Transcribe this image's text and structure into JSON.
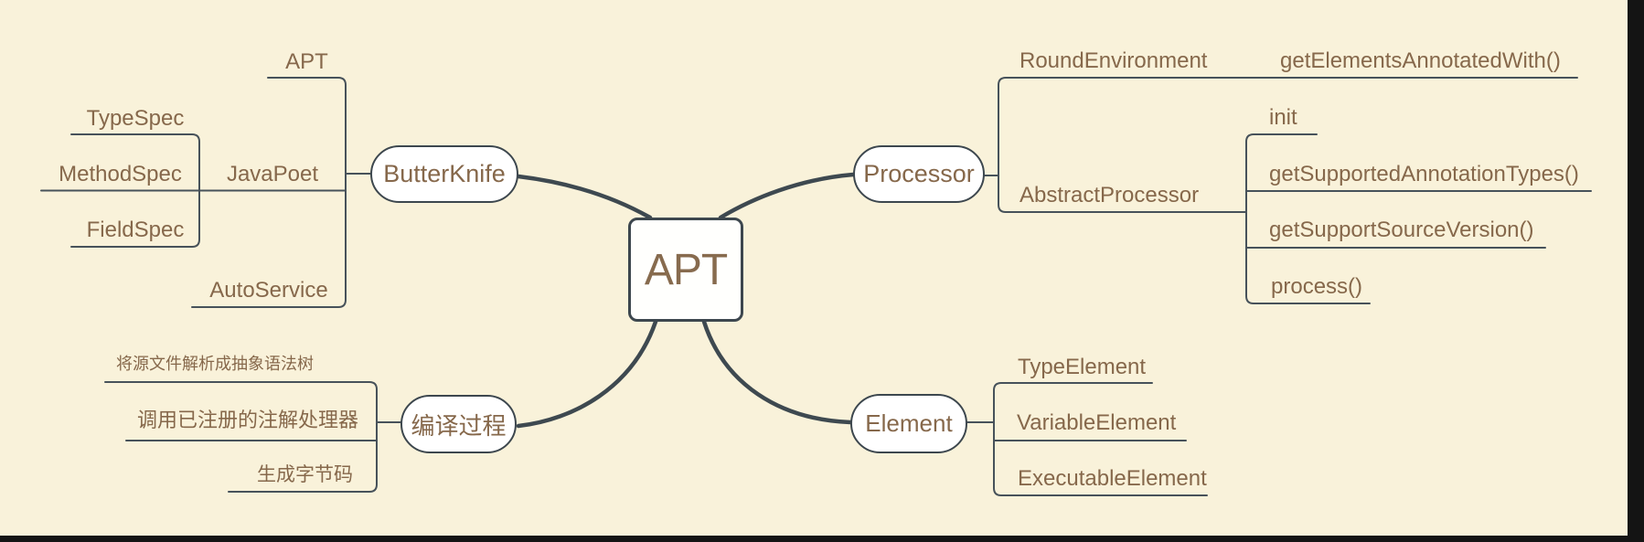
{
  "colors": {
    "background": "#f9f2da",
    "branch_line": "#3e4950",
    "topic_text": "#86684b",
    "node_fill": "#ffffff",
    "node_border": "#3d474e",
    "screen_edge": "#141414"
  },
  "mindmap": {
    "root": {
      "label": "APT"
    },
    "branches": [
      {
        "label": "ButterKnife",
        "children": [
          {
            "label": "APT"
          },
          {
            "label": "JavaPoet",
            "children": [
              {
                "label": "TypeSpec"
              },
              {
                "label": "MethodSpec"
              },
              {
                "label": "FieldSpec"
              }
            ]
          },
          {
            "label": "AutoService"
          }
        ]
      },
      {
        "label": "Processor",
        "children": [
          {
            "label": "RoundEnvironment",
            "children": [
              {
                "label": "getElementsAnnotatedWith()"
              }
            ]
          },
          {
            "label": "AbstractProcessor",
            "children": [
              {
                "label": "init"
              },
              {
                "label": "getSupportedAnnotationTypes()"
              },
              {
                "label": "getSupportSourceVersion()"
              },
              {
                "label": "process()"
              }
            ]
          }
        ]
      },
      {
        "label": "编译过程",
        "children": [
          {
            "label": "将源文件解析成抽象语法树"
          },
          {
            "label": "调用已注册的注解处理器"
          },
          {
            "label": "生成字节码"
          }
        ]
      },
      {
        "label": "Element",
        "children": [
          {
            "label": "TypeElement"
          },
          {
            "label": "VariableElement"
          },
          {
            "label": "ExecutableElement"
          }
        ]
      }
    ]
  }
}
